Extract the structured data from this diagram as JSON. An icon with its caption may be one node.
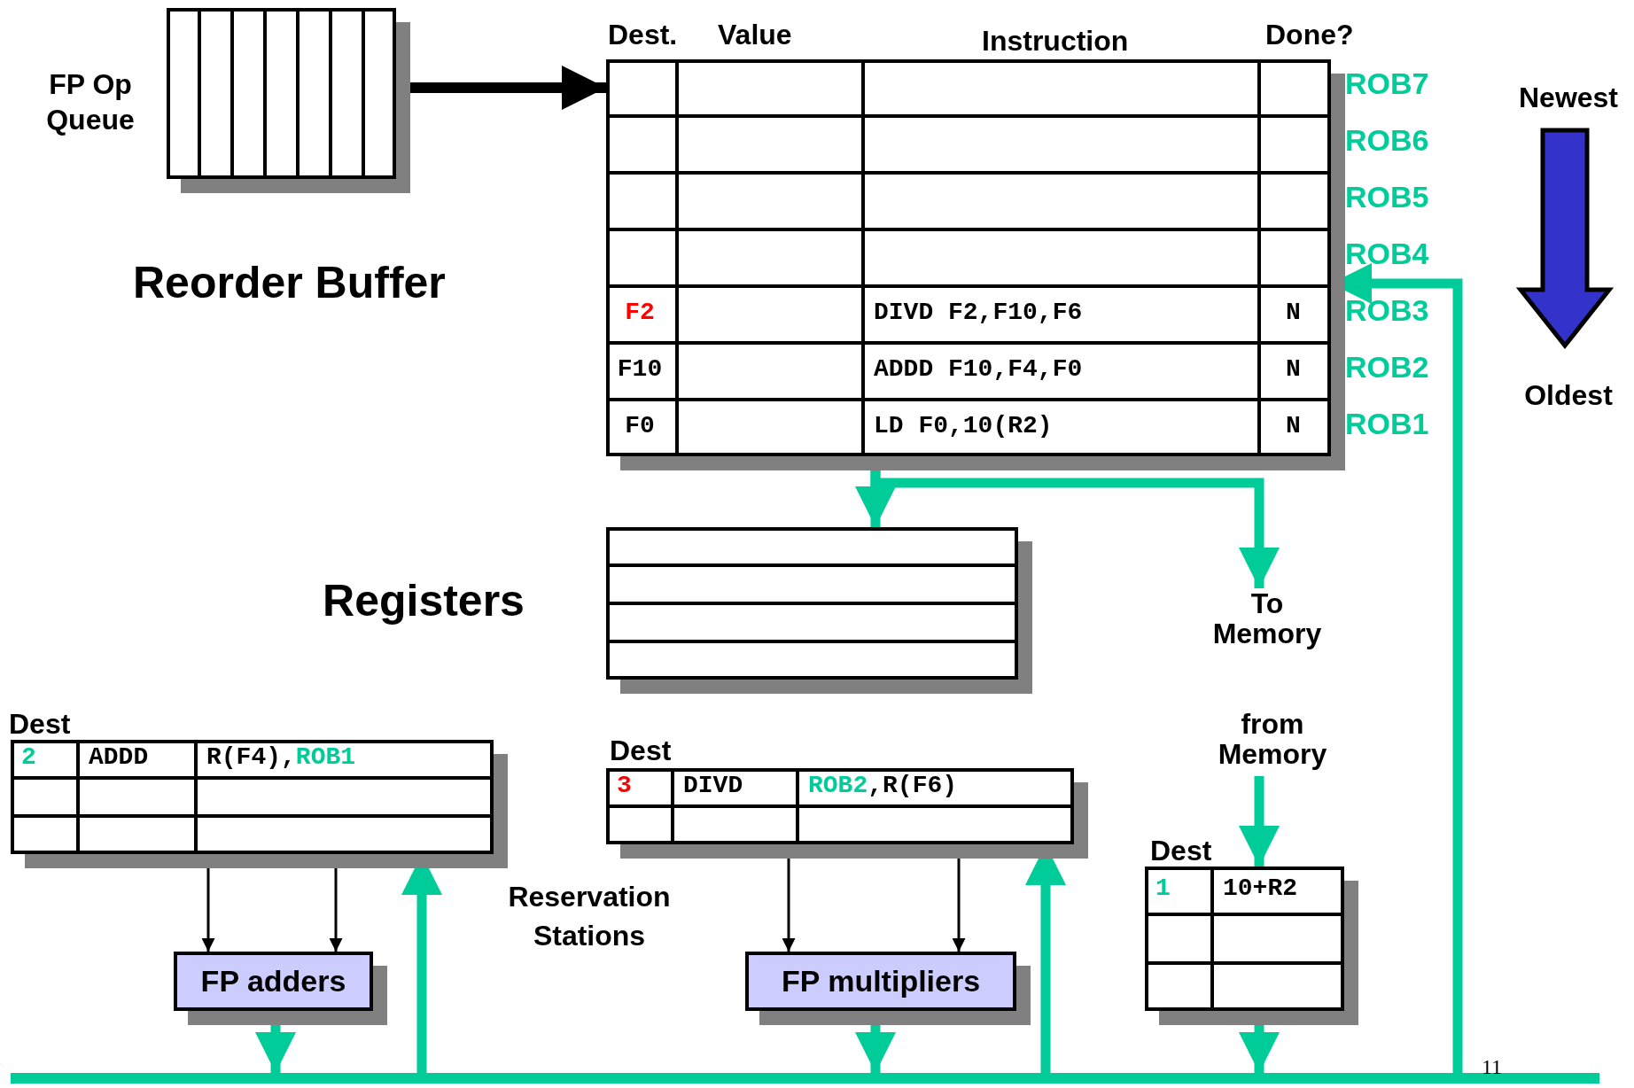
{
  "diagram": {
    "nodes": [
      {
        "text": [
          "FP Op Queue"
        ]
      },
      {
        "text": [
          "Dest.",
          "Value",
          "Instruction",
          "Done?",
          "F2",
          "DIVD F2,F10,F6",
          "N",
          "F10",
          "ADDD F10,F4,F0",
          "N",
          "F0",
          "LD F0,10(R2)",
          "N"
        ],
        "beside": [
          "ROB7",
          "ROB6",
          "ROB5",
          "ROB4",
          "ROB3",
          "ROB2",
          "ROB1"
        ]
      },
      {
        "text": [
          "Registers"
        ]
      },
      {
        "text": [
          "To Memory"
        ]
      },
      {
        "text": [
          "Dest",
          "2",
          "ADDD",
          "R(F4),",
          "ROB1"
        ]
      },
      {
        "text": [
          "Dest",
          "3",
          "DIVD",
          "ROB2",
          ",R(F6)"
        ]
      },
      {
        "text": [
          "from Memory"
        ]
      },
      {
        "text": [
          "Dest",
          "1",
          "10+R2"
        ]
      },
      {
        "text": [
          "FP adders"
        ]
      },
      {
        "text": [
          "FP multipliers"
        ]
      },
      {
        "text": [],
        "shape": "bar"
      }
    ],
    "edges": [
      {
        "from": 0,
        "to": 1,
        "arrow": "to",
        "color": "#000000"
      },
      {
        "from": 1,
        "to": 2,
        "arrow": "to"
      },
      {
        "from": 1,
        "to": 3,
        "arrow": "to"
      },
      {
        "from": 4,
        "to": 8,
        "arrow": "to",
        "color": "#000000"
      },
      {
        "from": 4,
        "to": 8,
        "arrow": "to",
        "color": "#000000"
      },
      {
        "from": 5,
        "to": 9,
        "arrow": "to",
        "color": "#000000"
      },
      {
        "from": 5,
        "to": 9,
        "arrow": "to",
        "color": "#000000"
      },
      {
        "from": 8,
        "to": 10,
        "arrow": "to"
      },
      {
        "from": 10,
        "to": 4,
        "arrow": "to"
      },
      {
        "from": 9,
        "to": 10,
        "arrow": "to"
      },
      {
        "from": 10,
        "to": 5,
        "arrow": "to"
      },
      {
        "from": 6,
        "to": 7,
        "arrow": "to"
      },
      {
        "from": 7,
        "to": 10,
        "arrow": "to"
      },
      {
        "from": 10,
        "to": 1,
        "arrow": "to"
      }
    ],
    "labels": [
      "Reorder Buffer",
      "Newest",
      "Oldest",
      "Reservation Stations",
      "11"
    ]
  }
}
